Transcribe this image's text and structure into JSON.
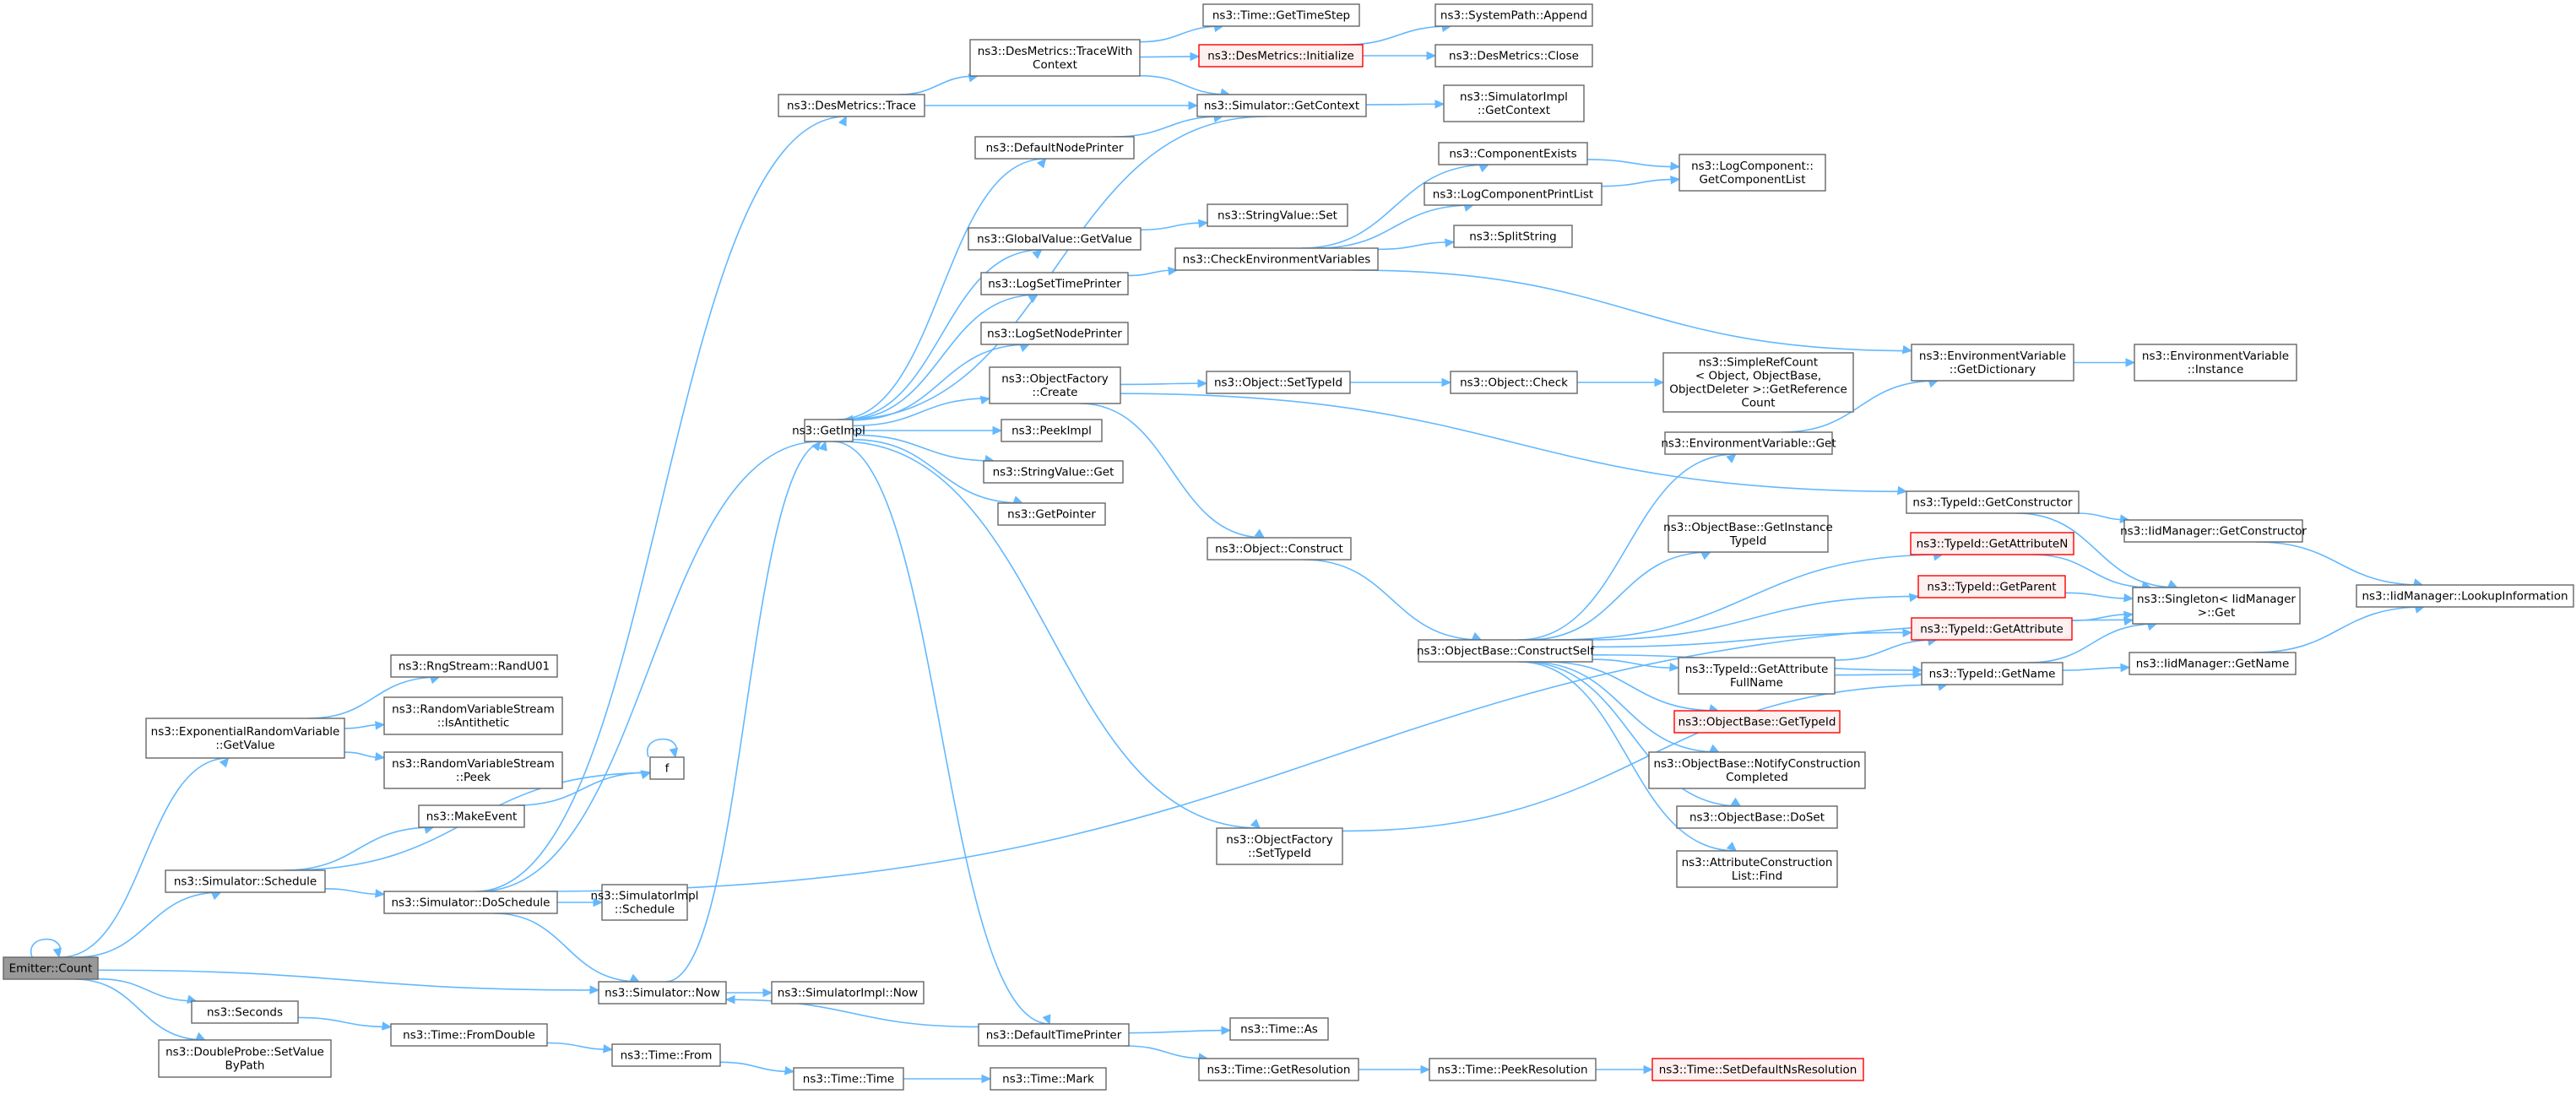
{
  "graph": {
    "colors": {
      "edge": "#63b8ff",
      "node_border": "#666666",
      "root_fill": "#999999",
      "truncated_border": "#ff0000"
    },
    "nodes": [
      {
        "id": "emitter",
        "lines": [
          "Emitter::Count"
        ],
        "root": true
      },
      {
        "id": "exprv",
        "lines": [
          "ns3::ExponentialRandomVariable",
          "::GetValue"
        ]
      },
      {
        "id": "randu01",
        "lines": [
          "ns3::RngStream::RandU01"
        ]
      },
      {
        "id": "isanti",
        "lines": [
          "ns3::RandomVariableStream",
          "::IsAntithetic"
        ]
      },
      {
        "id": "peek",
        "lines": [
          "ns3::RandomVariableStream",
          "::Peek"
        ]
      },
      {
        "id": "f",
        "lines": [
          "f"
        ]
      },
      {
        "id": "makeevent",
        "lines": [
          "ns3::MakeEvent"
        ]
      },
      {
        "id": "schedule",
        "lines": [
          "ns3::Simulator::Schedule"
        ]
      },
      {
        "id": "doschedule",
        "lines": [
          "ns3::Simulator::DoSchedule"
        ]
      },
      {
        "id": "simimplsched",
        "lines": [
          "ns3::SimulatorImpl",
          "::Schedule"
        ]
      },
      {
        "id": "simnow",
        "lines": [
          "ns3::Simulator::Now"
        ]
      },
      {
        "id": "simimplnow",
        "lines": [
          "ns3::SimulatorImpl::Now"
        ]
      },
      {
        "id": "seconds",
        "lines": [
          "ns3::Seconds"
        ]
      },
      {
        "id": "fromdouble",
        "lines": [
          "ns3::Time::FromDouble"
        ]
      },
      {
        "id": "timefrom",
        "lines": [
          "ns3::Time::From"
        ]
      },
      {
        "id": "timetime",
        "lines": [
          "ns3::Time::Time"
        ]
      },
      {
        "id": "timemark",
        "lines": [
          "ns3::Time::Mark"
        ]
      },
      {
        "id": "dprobe",
        "lines": [
          "ns3::DoubleProbe::SetValue",
          "ByPath"
        ]
      },
      {
        "id": "destrace",
        "lines": [
          "ns3::DesMetrics::Trace"
        ]
      },
      {
        "id": "getimpl",
        "lines": [
          "ns3::GetImpl"
        ]
      },
      {
        "id": "tracectx",
        "lines": [
          "ns3::DesMetrics::TraceWith",
          "Context"
        ]
      },
      {
        "id": "gettimestep",
        "lines": [
          "ns3::Time::GetTimeStep"
        ]
      },
      {
        "id": "desinit",
        "lines": [
          "ns3::DesMetrics::Initialize"
        ],
        "truncated": true
      },
      {
        "id": "sysappend",
        "lines": [
          "ns3::SystemPath::Append"
        ]
      },
      {
        "id": "desclose",
        "lines": [
          "ns3::DesMetrics::Close"
        ]
      },
      {
        "id": "simgetctx",
        "lines": [
          "ns3::Simulator::GetContext"
        ]
      },
      {
        "id": "simimplctx",
        "lines": [
          "ns3::SimulatorImpl",
          "::GetContext"
        ]
      },
      {
        "id": "defnodeprinter",
        "lines": [
          "ns3::DefaultNodePrinter"
        ]
      },
      {
        "id": "gvgetvalue",
        "lines": [
          "ns3::GlobalValue::GetValue"
        ]
      },
      {
        "id": "svset",
        "lines": [
          "ns3::StringValue::Set"
        ]
      },
      {
        "id": "logsettime",
        "lines": [
          "ns3::LogSetTimePrinter"
        ]
      },
      {
        "id": "checkenv",
        "lines": [
          "ns3::CheckEnvironmentVariables"
        ]
      },
      {
        "id": "compexists",
        "lines": [
          "ns3::ComponentExists"
        ]
      },
      {
        "id": "logcompprint",
        "lines": [
          "ns3::LogComponentPrintList"
        ]
      },
      {
        "id": "splitstring",
        "lines": [
          "ns3::SplitString"
        ]
      },
      {
        "id": "logcomplist",
        "lines": [
          "ns3::LogComponent::",
          "GetComponentList"
        ]
      },
      {
        "id": "logsetnode",
        "lines": [
          "ns3::LogSetNodePrinter"
        ]
      },
      {
        "id": "ofcreate",
        "lines": [
          "ns3::ObjectFactory",
          "::Create"
        ]
      },
      {
        "id": "objsettypeid",
        "lines": [
          "ns3::Object::SetTypeId"
        ]
      },
      {
        "id": "objcheck",
        "lines": [
          "ns3::Object::Check"
        ]
      },
      {
        "id": "refcount",
        "lines": [
          "ns3::SimpleRefCount",
          "< Object, ObjectBase,",
          "ObjectDeleter >::GetReference",
          "Count"
        ]
      },
      {
        "id": "envgetdict",
        "lines": [
          "ns3::EnvironmentVariable",
          "::GetDictionary"
        ]
      },
      {
        "id": "envinstance",
        "lines": [
          "ns3::EnvironmentVariable",
          "::Instance"
        ]
      },
      {
        "id": "peekimpl",
        "lines": [
          "ns3::PeekImpl"
        ]
      },
      {
        "id": "svget",
        "lines": [
          "ns3::StringValue::Get"
        ]
      },
      {
        "id": "getpointer",
        "lines": [
          "ns3::GetPointer"
        ]
      },
      {
        "id": "objconstruct",
        "lines": [
          "ns3::Object::Construct"
        ]
      },
      {
        "id": "envget",
        "lines": [
          "ns3::EnvironmentVariable::Get"
        ]
      },
      {
        "id": "tidgetctor",
        "lines": [
          "ns3::TypeId::GetConstructor"
        ]
      },
      {
        "id": "tidgetattrn",
        "lines": [
          "ns3::TypeId::GetAttributeN"
        ],
        "truncated": true
      },
      {
        "id": "iidgetctor",
        "lines": [
          "ns3::IidManager::GetConstructor"
        ]
      },
      {
        "id": "obgetinst",
        "lines": [
          "ns3::ObjectBase::GetInstance",
          "TypeId"
        ]
      },
      {
        "id": "tidgetparent",
        "lines": [
          "ns3::TypeId::GetParent"
        ],
        "truncated": true
      },
      {
        "id": "singleton",
        "lines": [
          "ns3::Singleton< IidManager",
          ">::Get"
        ]
      },
      {
        "id": "lookupinfo",
        "lines": [
          "ns3::IidManager::LookupInformation"
        ]
      },
      {
        "id": "constructself",
        "lines": [
          "ns3::ObjectBase::ConstructSelf"
        ]
      },
      {
        "id": "tidgetattr",
        "lines": [
          "ns3::TypeId::GetAttribute"
        ],
        "truncated": true
      },
      {
        "id": "tidgetattrfull",
        "lines": [
          "ns3::TypeId::GetAttribute",
          "FullName"
        ]
      },
      {
        "id": "tidgetname",
        "lines": [
          "ns3::TypeId::GetName"
        ]
      },
      {
        "id": "iidgetname",
        "lines": [
          "ns3::IidManager::GetName"
        ]
      },
      {
        "id": "obgettypeid",
        "lines": [
          "ns3::ObjectBase::GetTypeId"
        ],
        "truncated": true
      },
      {
        "id": "obnotify",
        "lines": [
          "ns3::ObjectBase::NotifyConstruction",
          "Completed"
        ]
      },
      {
        "id": "obdoset",
        "lines": [
          "ns3::ObjectBase::DoSet"
        ]
      },
      {
        "id": "acfind",
        "lines": [
          "ns3::AttributeConstruction",
          "List::Find"
        ]
      },
      {
        "id": "ofsettypeid",
        "lines": [
          "ns3::ObjectFactory",
          "::SetTypeId"
        ]
      },
      {
        "id": "defaulttimeprinter",
        "lines": [
          "ns3::DefaultTimePrinter"
        ]
      },
      {
        "id": "timeas",
        "lines": [
          "ns3::Time::As"
        ]
      },
      {
        "id": "timegetres",
        "lines": [
          "ns3::Time::GetResolution"
        ]
      },
      {
        "id": "timepeekres",
        "lines": [
          "ns3::Time::PeekResolution"
        ]
      },
      {
        "id": "setdefaultns",
        "lines": [
          "ns3::Time::SetDefaultNsResolution"
        ],
        "truncated": true
      }
    ],
    "edges": [
      [
        "emitter",
        "emitter"
      ],
      [
        "emitter",
        "exprv"
      ],
      [
        "emitter",
        "schedule"
      ],
      [
        "emitter",
        "simnow"
      ],
      [
        "emitter",
        "seconds"
      ],
      [
        "emitter",
        "dprobe"
      ],
      [
        "exprv",
        "randu01"
      ],
      [
        "exprv",
        "isanti"
      ],
      [
        "exprv",
        "peek"
      ],
      [
        "f",
        "f"
      ],
      [
        "schedule",
        "makeevent"
      ],
      [
        "schedule",
        "f"
      ],
      [
        "schedule",
        "doschedule"
      ],
      [
        "makeevent",
        "f"
      ],
      [
        "doschedule",
        "destrace"
      ],
      [
        "doschedule",
        "getimpl"
      ],
      [
        "doschedule",
        "simimplsched"
      ],
      [
        "doschedule",
        "simnow"
      ],
      [
        "doschedule",
        "singleton"
      ],
      [
        "simnow",
        "getimpl"
      ],
      [
        "simnow",
        "simimplnow"
      ],
      [
        "seconds",
        "fromdouble"
      ],
      [
        "fromdouble",
        "timefrom"
      ],
      [
        "timefrom",
        "timetime"
      ],
      [
        "timetime",
        "timemark"
      ],
      [
        "destrace",
        "tracectx"
      ],
      [
        "destrace",
        "simgetctx"
      ],
      [
        "tracectx",
        "gettimestep"
      ],
      [
        "tracectx",
        "desinit"
      ],
      [
        "tracectx",
        "simgetctx"
      ],
      [
        "desinit",
        "sysappend"
      ],
      [
        "desinit",
        "desclose"
      ],
      [
        "simgetctx",
        "getimpl"
      ],
      [
        "simgetctx",
        "simimplctx"
      ],
      [
        "getimpl",
        "defnodeprinter"
      ],
      [
        "getimpl",
        "gvgetvalue"
      ],
      [
        "getimpl",
        "logsettime"
      ],
      [
        "getimpl",
        "logsetnode"
      ],
      [
        "getimpl",
        "ofcreate"
      ],
      [
        "getimpl",
        "peekimpl"
      ],
      [
        "getimpl",
        "svget"
      ],
      [
        "getimpl",
        "getpointer"
      ],
      [
        "getimpl",
        "ofsettypeid"
      ],
      [
        "getimpl",
        "defaulttimeprinter"
      ],
      [
        "defnodeprinter",
        "simgetctx"
      ],
      [
        "gvgetvalue",
        "svset"
      ],
      [
        "logsettime",
        "checkenv"
      ],
      [
        "checkenv",
        "compexists"
      ],
      [
        "checkenv",
        "logcompprint"
      ],
      [
        "checkenv",
        "splitstring"
      ],
      [
        "checkenv",
        "envgetdict"
      ],
      [
        "compexists",
        "logcomplist"
      ],
      [
        "logcompprint",
        "logcomplist"
      ],
      [
        "ofcreate",
        "objsettypeid"
      ],
      [
        "ofcreate",
        "objconstruct"
      ],
      [
        "ofcreate",
        "tidgetctor"
      ],
      [
        "objsettypeid",
        "objcheck"
      ],
      [
        "objcheck",
        "refcount"
      ],
      [
        "envgetdict",
        "envinstance"
      ],
      [
        "objconstruct",
        "constructself"
      ],
      [
        "constructself",
        "envget"
      ],
      [
        "constructself",
        "tidgetattrn"
      ],
      [
        "constructself",
        "obgetinst"
      ],
      [
        "constructself",
        "tidgetparent"
      ],
      [
        "constructself",
        "tidgetattr"
      ],
      [
        "constructself",
        "tidgetattrfull"
      ],
      [
        "constructself",
        "obgettypeid"
      ],
      [
        "constructself",
        "obnotify"
      ],
      [
        "constructself",
        "obdoset"
      ],
      [
        "constructself",
        "acfind"
      ],
      [
        "constructself",
        "tidgetname"
      ],
      [
        "envget",
        "envgetdict"
      ],
      [
        "tidgetctor",
        "iidgetctor"
      ],
      [
        "tidgetctor",
        "singleton"
      ],
      [
        "iidgetctor",
        "lookupinfo"
      ],
      [
        "tidgetattrn",
        "singleton"
      ],
      [
        "tidgetparent",
        "singleton"
      ],
      [
        "tidgetattr",
        "singleton"
      ],
      [
        "tidgetattrfull",
        "tidgetattr"
      ],
      [
        "tidgetattrfull",
        "tidgetname"
      ],
      [
        "tidgetname",
        "singleton"
      ],
      [
        "tidgetname",
        "iidgetname"
      ],
      [
        "iidgetname",
        "lookupinfo"
      ],
      [
        "ofsettypeid",
        "tidgetname"
      ],
      [
        "defaulttimeprinter",
        "simnow"
      ],
      [
        "defaulttimeprinter",
        "timeas"
      ],
      [
        "defaulttimeprinter",
        "timegetres"
      ],
      [
        "timegetres",
        "timepeekres"
      ],
      [
        "timepeekres",
        "setdefaultns"
      ]
    ]
  }
}
